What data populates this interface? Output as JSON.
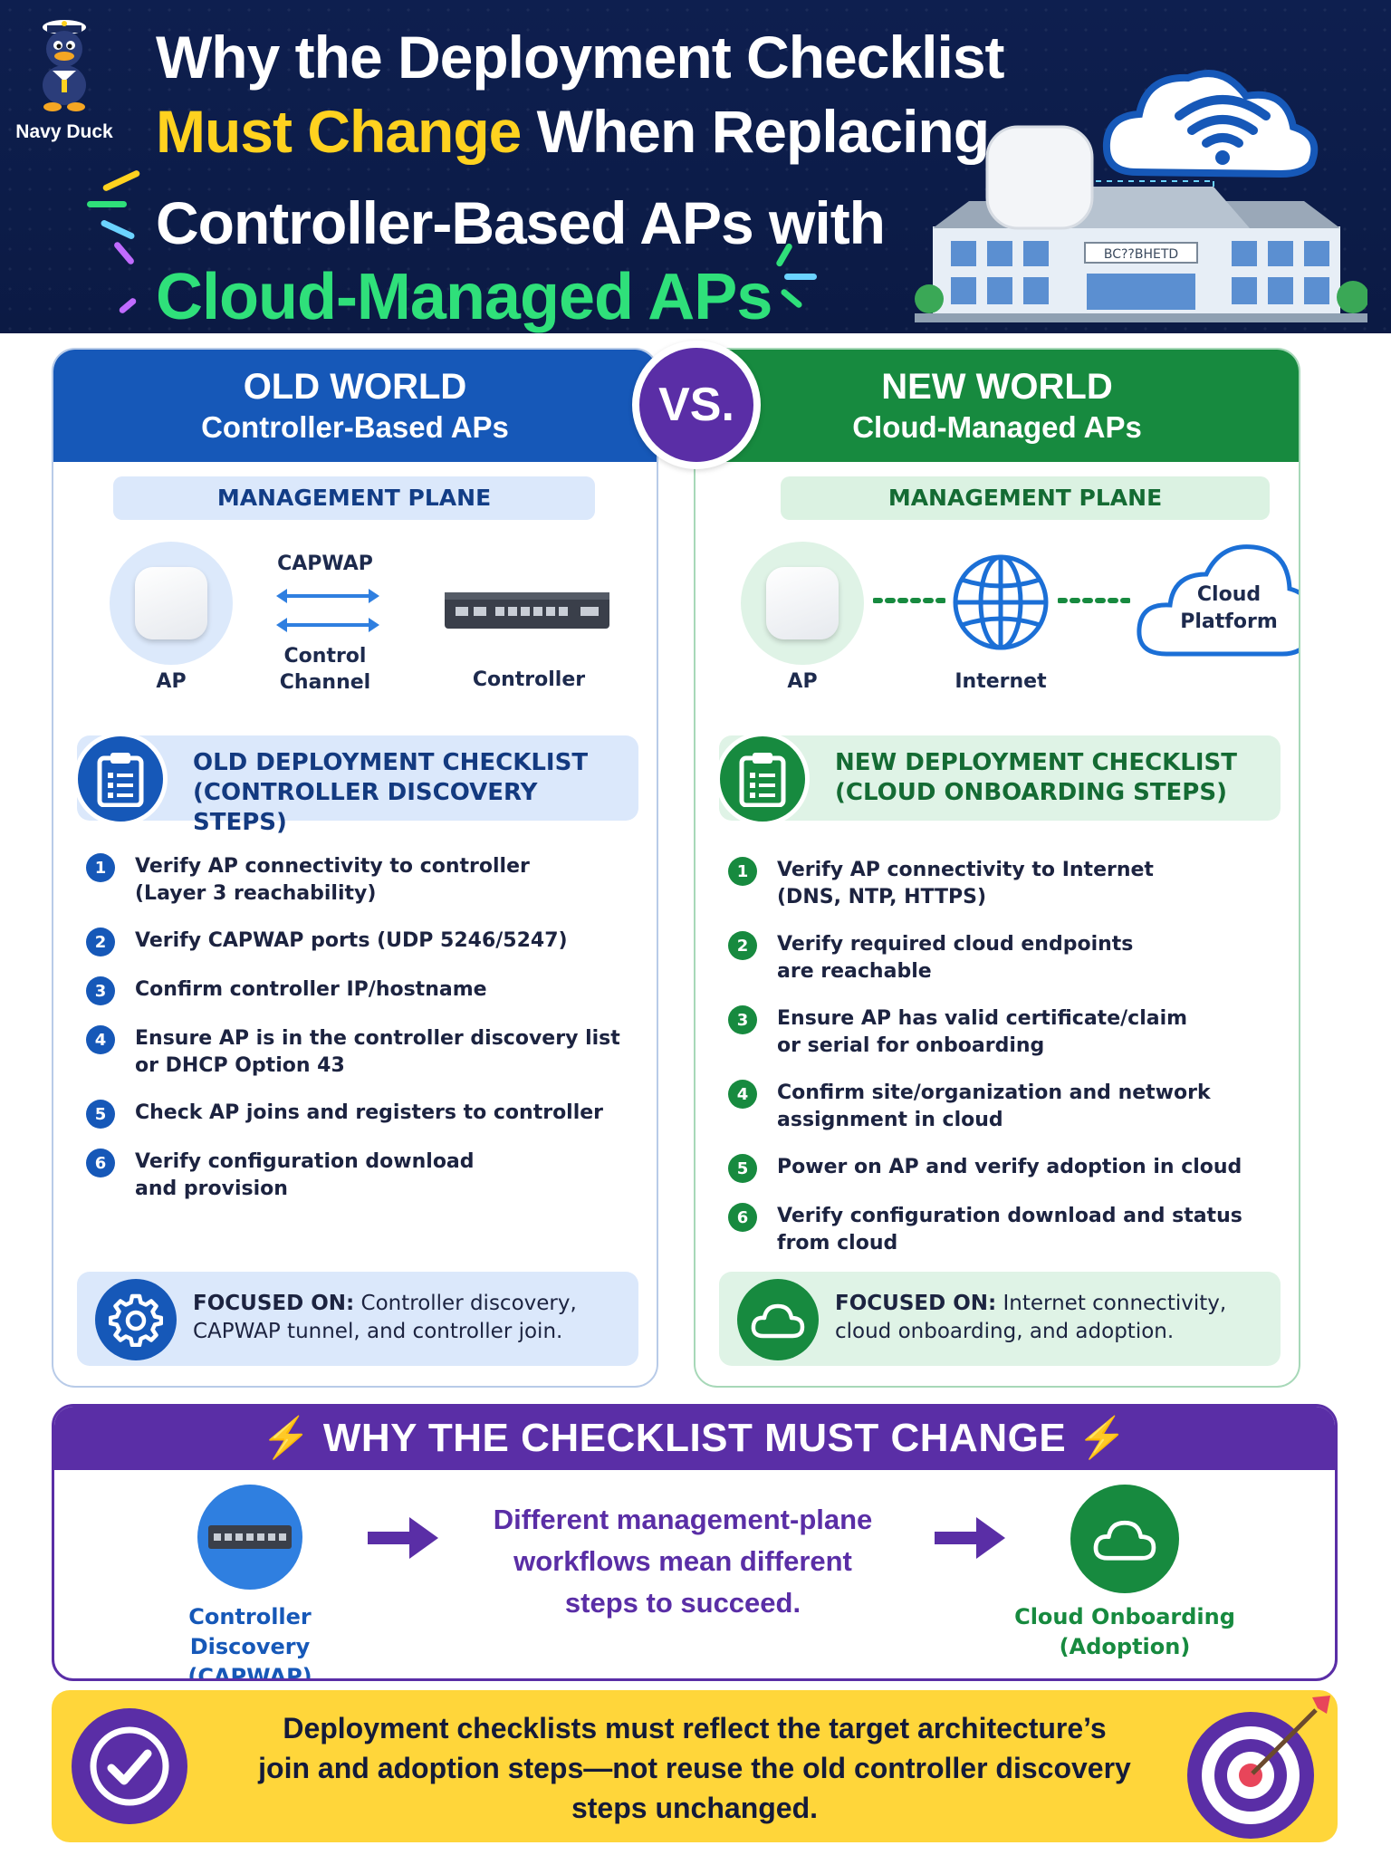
{
  "brand": {
    "name": "Navy Duck"
  },
  "title": {
    "line1": "Why the Deployment Checklist",
    "line2_highlight": "Must Change",
    "line2_rest": " When Replacing",
    "line3": "Controller-Based APs with",
    "line4": "Cloud-Managed APs"
  },
  "header_building_sign": "BC??BHETD",
  "vs_label": "VS.",
  "old": {
    "heading": "OLD WORLD",
    "subheading": "Controller-Based APs",
    "plane": "MANAGEMENT PLANE",
    "diagram": {
      "ap": "AP",
      "protocol": "CAPWAP",
      "channel": "Control\nChannel",
      "controller": "Controller"
    },
    "checklist_title_1": "OLD DEPLOYMENT CHECKLIST",
    "checklist_title_2": "(CONTROLLER DISCOVERY STEPS)",
    "steps": [
      {
        "n": "1",
        "text": "Verify AP connectivity to controller\n(Layer 3 reachability)"
      },
      {
        "n": "2",
        "text": "Verify CAPWAP ports (UDP 5246/5247)"
      },
      {
        "n": "3",
        "text": "Confirm controller IP/hostname"
      },
      {
        "n": "4",
        "text": "Ensure AP is in the controller discovery list\nor DHCP Option 43"
      },
      {
        "n": "5",
        "text": "Check AP joins and registers to controller"
      },
      {
        "n": "6",
        "text": "Verify configuration download\nand provision"
      }
    ],
    "focus_label": "FOCUSED ON:",
    "focus_text": " Controller discovery, CAPWAP tunnel, and controller join."
  },
  "new": {
    "heading": "NEW WORLD",
    "subheading": "Cloud-Managed APs",
    "plane": "MANAGEMENT PLANE",
    "diagram": {
      "ap": "AP",
      "internet": "Internet",
      "cloud": "Cloud\nPlatform"
    },
    "checklist_title_1": "NEW DEPLOYMENT CHECKLIST",
    "checklist_title_2": "(CLOUD ONBOARDING STEPS)",
    "steps": [
      {
        "n": "1",
        "text": "Verify AP connectivity to Internet\n(DNS, NTP, HTTPS)"
      },
      {
        "n": "2",
        "text": "Verify required cloud endpoints\nare reachable"
      },
      {
        "n": "3",
        "text": "Ensure AP has valid certificate/claim\nor serial for onboarding"
      },
      {
        "n": "4",
        "text": "Confirm site/organization and network\nassignment in cloud"
      },
      {
        "n": "5",
        "text": "Power on AP and verify adoption in cloud"
      },
      {
        "n": "6",
        "text": "Verify configuration download and status\nfrom cloud"
      }
    ],
    "focus_label": "FOCUSED ON:",
    "focus_text": " Internet connectivity, cloud onboarding, and adoption."
  },
  "why": {
    "title": "WHY THE CHECKLIST MUST CHANGE",
    "left_label": "Controller Discovery\n(CAPWAP)",
    "middle": "Different management-plane\nworkflows mean different\nsteps to succeed.",
    "right_label": "Cloud Onboarding\n(Adoption)"
  },
  "banner": {
    "text": "Deployment checklists must reflect the target architecture’s\njoin and adoption steps—not reuse the old controller discovery\nsteps unchanged."
  },
  "colors": {
    "navy": "#0e1f4f",
    "old_blue": "#1658b8",
    "new_green": "#178a3f",
    "purple": "#5a2ea6",
    "yellow": "#ffd63a",
    "title_yellow": "#ffd21f",
    "title_green": "#2fe07a"
  }
}
